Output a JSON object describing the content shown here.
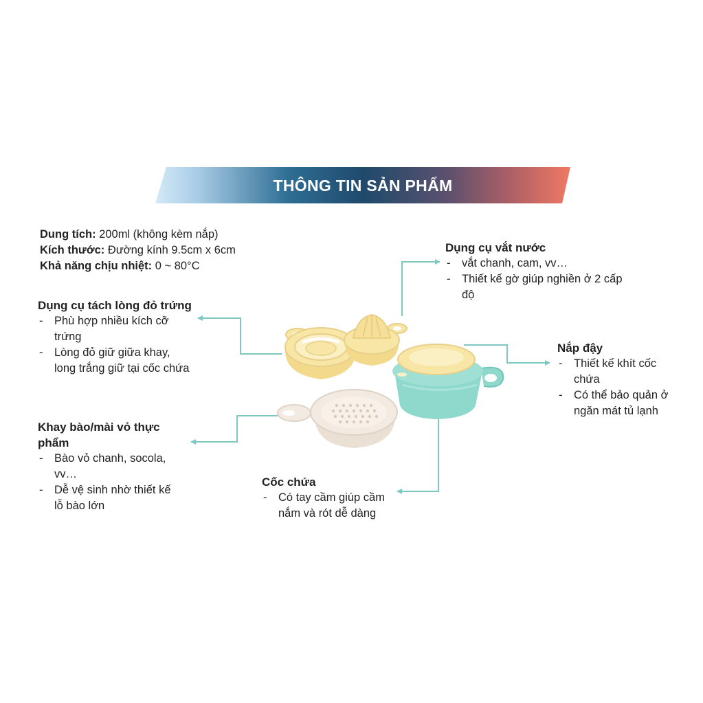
{
  "banner": {
    "title": "THÔNG TIN SẢN PHẨM"
  },
  "specs": [
    {
      "label": "Dung tích:",
      "value": " 200ml (không kèm nắp)"
    },
    {
      "label": "Kích thước:",
      "value": " Đường kính 9.5cm x 6cm"
    },
    {
      "label": "Khả năng chịu nhiệt:",
      "value": " 0 ~ 80°C"
    }
  ],
  "parts": {
    "egg_separator": {
      "title": "Dụng cụ tách lòng đỏ trứng",
      "items": [
        "Phù hợp nhiều kích cỡ trứng",
        "Lòng đỏ giữ giữa khay, long trắng giữ tại cốc chứa"
      ]
    },
    "grater_tray": {
      "title": "Khay bào/mài vỏ thực phẩm",
      "items": [
        "Bào vỏ chanh, socola, vv…",
        "Dễ vệ sinh nhờ thiết kế lỗ bào lớn"
      ]
    },
    "juicer": {
      "title": "Dụng cụ vắt nước",
      "items": [
        "vắt chanh, cam, vv…",
        "Thiết kế gờ giúp nghiền ở 2 cấp độ"
      ]
    },
    "lid": {
      "title": "Nắp đậy",
      "items": [
        "Thiết kế khít cốc chứa",
        "Có thể bảo quản ở ngăn mát tủ lạnh"
      ]
    },
    "cup": {
      "title": "Cốc chứa",
      "items": [
        "Có tay cầm giúp cầm nắm và rót dễ dàng"
      ]
    }
  },
  "colors": {
    "connector": "#7fc7c3",
    "yellow_part": "#f8e6a6",
    "cream_part": "#f3ebe2",
    "teal_cup": "#8fd8cc"
  }
}
